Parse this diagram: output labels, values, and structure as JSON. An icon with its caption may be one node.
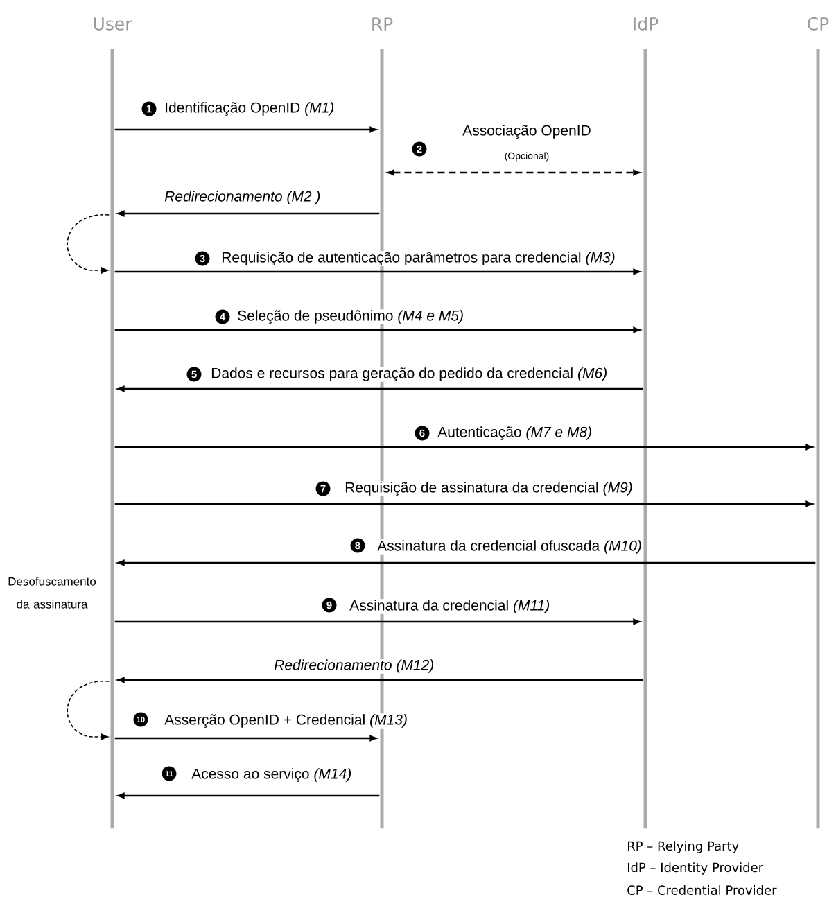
{
  "diagram": {
    "nodes": [
      {
        "text": [],
        "shape": "bar",
        "beside": [
          "User"
        ]
      },
      {
        "text": [],
        "shape": "bar",
        "beside": [
          "RP"
        ]
      },
      {
        "text": [],
        "shape": "bar",
        "beside": [
          "IdP"
        ]
      },
      {
        "text": [],
        "shape": "bar",
        "beside": [
          "CP"
        ]
      }
    ],
    "edges": [
      {
        "from": 0,
        "to": 1,
        "arrow": "to",
        "label": "Identificação OpenID *(M1)*"
      },
      {
        "from": 1,
        "to": 2,
        "arrow": "both",
        "style": "dashed",
        "label": "Associação OpenID"
      },
      {
        "from": 1,
        "to": 0,
        "arrow": "to",
        "label": "Redirecionamento  (M2 )"
      },
      {
        "from": 0,
        "to": 0,
        "arrow": "to",
        "style": "dashed"
      },
      {
        "from": 0,
        "to": 2,
        "arrow": "to",
        "label": "Requisição de autenticação parâmetros para credencial *(M3)*"
      },
      {
        "from": 0,
        "to": 2,
        "arrow": "to",
        "label": "Seleção de pseudônimo *(M4 e M5)*"
      },
      {
        "from": 2,
        "to": 0,
        "arrow": "to",
        "label": "Dados e recursos para geração do pedido da credencial *(M6)*"
      },
      {
        "from": 0,
        "to": 3,
        "arrow": "to",
        "label": "Autenticação *(M7 e M8)*"
      },
      {
        "from": 0,
        "to": 3,
        "arrow": "to",
        "label": "Requisição de assinatura da credencial *(M9)*"
      },
      {
        "from": 3,
        "to": 0,
        "arrow": "to",
        "label": "Assinatura da credencial ofuscada *(M10)*"
      },
      {
        "from": 0,
        "to": 2,
        "arrow": "to",
        "label": "Assinatura da credencial *(M11)*"
      },
      {
        "from": 2,
        "to": 0,
        "arrow": "to",
        "label": "Redirecionamento (M12)"
      },
      {
        "from": 0,
        "to": 0,
        "arrow": "to",
        "style": "dashed"
      },
      {
        "from": 0,
        "to": 1,
        "arrow": "to",
        "label": "Asserção OpenID + Credencial *(M13)*"
      },
      {
        "from": 1,
        "to": 0,
        "arrow": "to",
        "label": "Acesso ao serviço *(M14)*"
      }
    ],
    "labels": [
      "1",
      "2",
      "(Opcional)",
      "3",
      "4",
      "5",
      "6",
      "7",
      "8",
      "Desofuscamento da assinatura",
      "9",
      "10",
      "11",
      "RP – Relying Party",
      "IdP – Identity Provider",
      "CP – Credential Provider"
    ]
  }
}
